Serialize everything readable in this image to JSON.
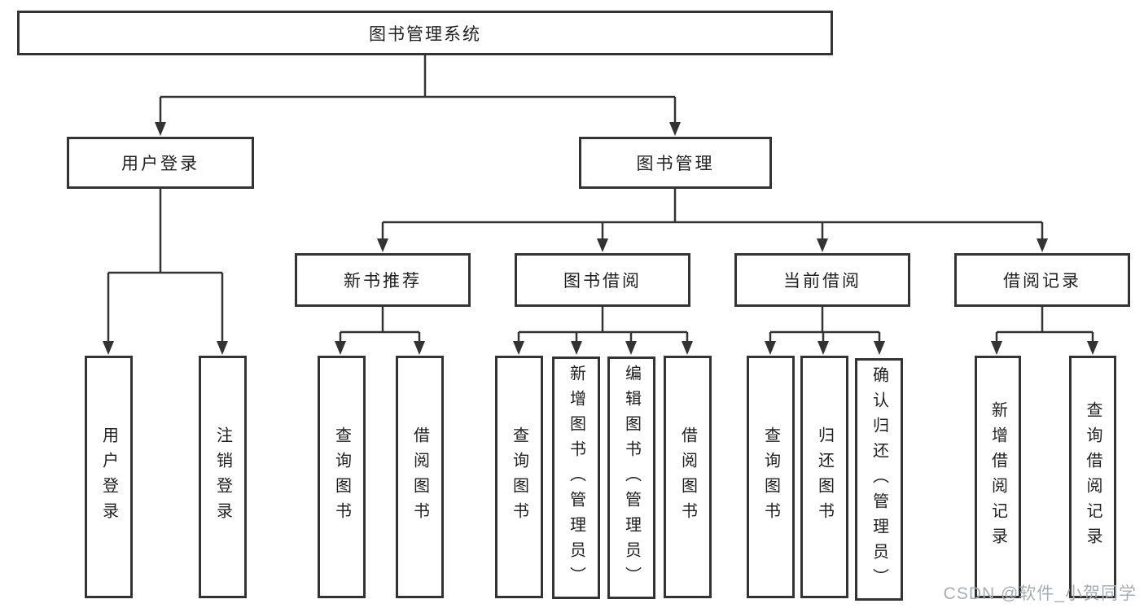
{
  "tree": {
    "label": "图书管理系统",
    "children": [
      {
        "label": "用户登录",
        "children": [
          {
            "label": "用户登录"
          },
          {
            "label": "注销登录"
          }
        ]
      },
      {
        "label": "图书管理",
        "children": [
          {
            "label": "新书推荐",
            "children": [
              {
                "label": "查询图书"
              },
              {
                "label": "借阅图书"
              }
            ]
          },
          {
            "label": "图书借阅",
            "children": [
              {
                "label": "查询图书"
              },
              {
                "label": "新增图书（管理员）"
              },
              {
                "label": "编辑图书（管理员）"
              },
              {
                "label": "借阅图书"
              }
            ]
          },
          {
            "label": "当前借阅",
            "children": [
              {
                "label": "查询图书"
              },
              {
                "label": "归还图书"
              },
              {
                "label": "确认归还（管理员）"
              }
            ]
          },
          {
            "label": "借阅记录",
            "children": [
              {
                "label": "新增借阅记录"
              },
              {
                "label": "查询借阅记录"
              }
            ]
          }
        ]
      }
    ]
  },
  "watermark": {
    "text": "CSDN @软件_小贺同学"
  },
  "colors": {
    "background": "#ffffff",
    "line": "#333333",
    "box_border": "#333333",
    "text": "#1f1f1f",
    "watermark": "#a9adb3"
  }
}
